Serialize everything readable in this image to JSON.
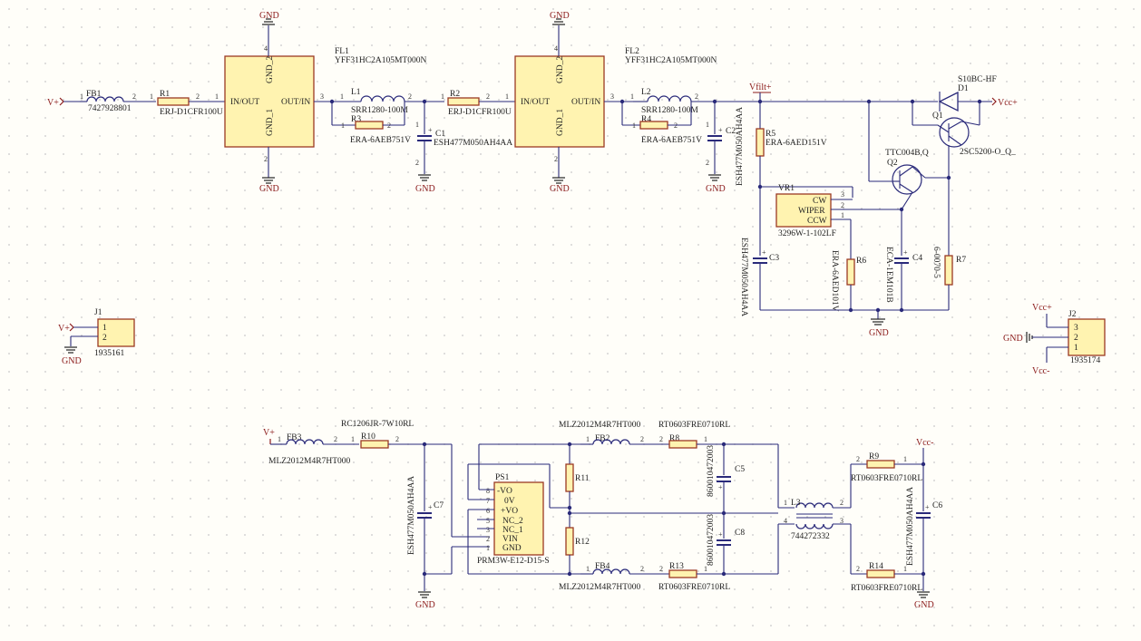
{
  "nets": {
    "vplus": "V+",
    "gnd": "GND",
    "vfilt": "Vfilt+",
    "vccp": "Vcc+",
    "vccm": "Vcc-"
  },
  "components": {
    "fb1": {
      "ref": "FB1",
      "value": "7427928801"
    },
    "r1": {
      "ref": "R1",
      "value": "ERJ-D1CFR100U"
    },
    "fl1": {
      "ref": "FL1",
      "value": "YFF31HC2A105MT000N",
      "pins": [
        "IN/OUT",
        "OUT/IN",
        "GND_2",
        "GND_1"
      ]
    },
    "l1": {
      "ref": "L1",
      "value": "SRR1280-100M"
    },
    "r3": {
      "ref": "R3",
      "value": "ERA-6AEB751V"
    },
    "c1": {
      "ref": "C1",
      "value": "ESH477M050AH4AA"
    },
    "r2": {
      "ref": "R2",
      "value": "ERJ-D1CFR100U"
    },
    "fl2": {
      "ref": "FL2",
      "value": "YFF31HC2A105MT000N",
      "pins": [
        "IN/OUT",
        "OUT/IN",
        "GND_2",
        "GND_1"
      ]
    },
    "l2": {
      "ref": "L2",
      "value": "SRR1280-100M"
    },
    "r4": {
      "ref": "R4",
      "value": "ERA-6AEB751V"
    },
    "c2": {
      "ref": "C2",
      "value": "ESH477M050AH4AA"
    },
    "r5": {
      "ref": "R5",
      "value": "ERA-6AED151V"
    },
    "d1": {
      "ref": "D1",
      "value": "S10BC-HF"
    },
    "q1": {
      "ref": "Q1",
      "value": "2SC5200-O_Q_"
    },
    "q2": {
      "ref": "Q2",
      "value": "TTC004B,Q"
    },
    "vr1": {
      "ref": "VR1",
      "value": "3296W-1-102LF",
      "pins": [
        "CW",
        "WIPER",
        "CCW"
      ]
    },
    "c3": {
      "ref": "C3",
      "value": "ESH477M050AH4AA"
    },
    "r6": {
      "ref": "R6",
      "value": "ERA-6AED101V"
    },
    "c4": {
      "ref": "C4",
      "value": "ECA-1EM101B"
    },
    "r7": {
      "ref": "R7",
      "value": "6-0070-5"
    },
    "j1": {
      "ref": "J1",
      "value": "1935161",
      "pins": [
        "1",
        "2"
      ]
    },
    "j2": {
      "ref": "J2",
      "value": "1935174",
      "pins": [
        "3",
        "2",
        "1"
      ]
    },
    "fb3": {
      "ref": "FB3",
      "value": "MLZ2012M4R7HT000"
    },
    "r10": {
      "ref": "R10",
      "value": "RC1206JR-7W10RL"
    },
    "c7": {
      "ref": "C7",
      "value": "ESH477M050AH4AA"
    },
    "ps1": {
      "ref": "PS1",
      "value": "PRM3W-E12-D15-S",
      "pins": [
        "-VO",
        "0V",
        "+VO",
        "NC_2",
        "NC_1",
        "VIN",
        "GND"
      ]
    },
    "r11": {
      "ref": "R11"
    },
    "r12": {
      "ref": "R12"
    },
    "fb2": {
      "ref": "FB2",
      "value": "MLZ2012M4R7HT000"
    },
    "fb4": {
      "ref": "FB4",
      "value": "MLZ2012M4R7HT000"
    },
    "r8": {
      "ref": "R8",
      "value": "RT0603FRE0710RL"
    },
    "r13": {
      "ref": "R13",
      "value": "RT0603FRE0710RL"
    },
    "c5": {
      "ref": "C5",
      "value": "860010472003"
    },
    "c8": {
      "ref": "C8",
      "value": "860010472003"
    },
    "l3": {
      "ref": "L3",
      "value": "744272332"
    },
    "r9": {
      "ref": "R9",
      "value": "RT0603FRE0710RL"
    },
    "r14": {
      "ref": "R14",
      "value": "RT0603FRE0710RL"
    },
    "c6": {
      "ref": "C6",
      "value": "ESH477M050AH4AA"
    }
  }
}
